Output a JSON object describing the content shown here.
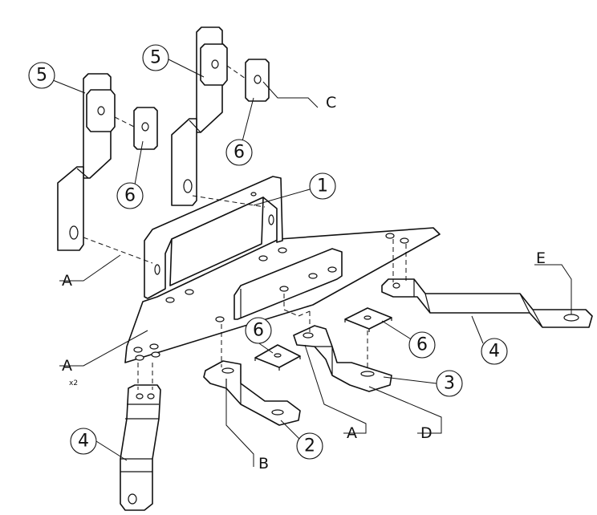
{
  "callouts": {
    "c1": "1",
    "c2": "2",
    "c3": "3",
    "c4_left": "4",
    "c4_right": "4",
    "c5_left": "5",
    "c5_mid": "5",
    "c6_left": "6",
    "c6_mid": "6",
    "c6_center": "6",
    "c6_right": "6"
  },
  "labels": {
    "A_upper": "A",
    "A_lower": "A",
    "A_lower_qty": "x2",
    "A_bottom": "A",
    "B": "B",
    "C": "C",
    "D": "D",
    "E": "E"
  }
}
